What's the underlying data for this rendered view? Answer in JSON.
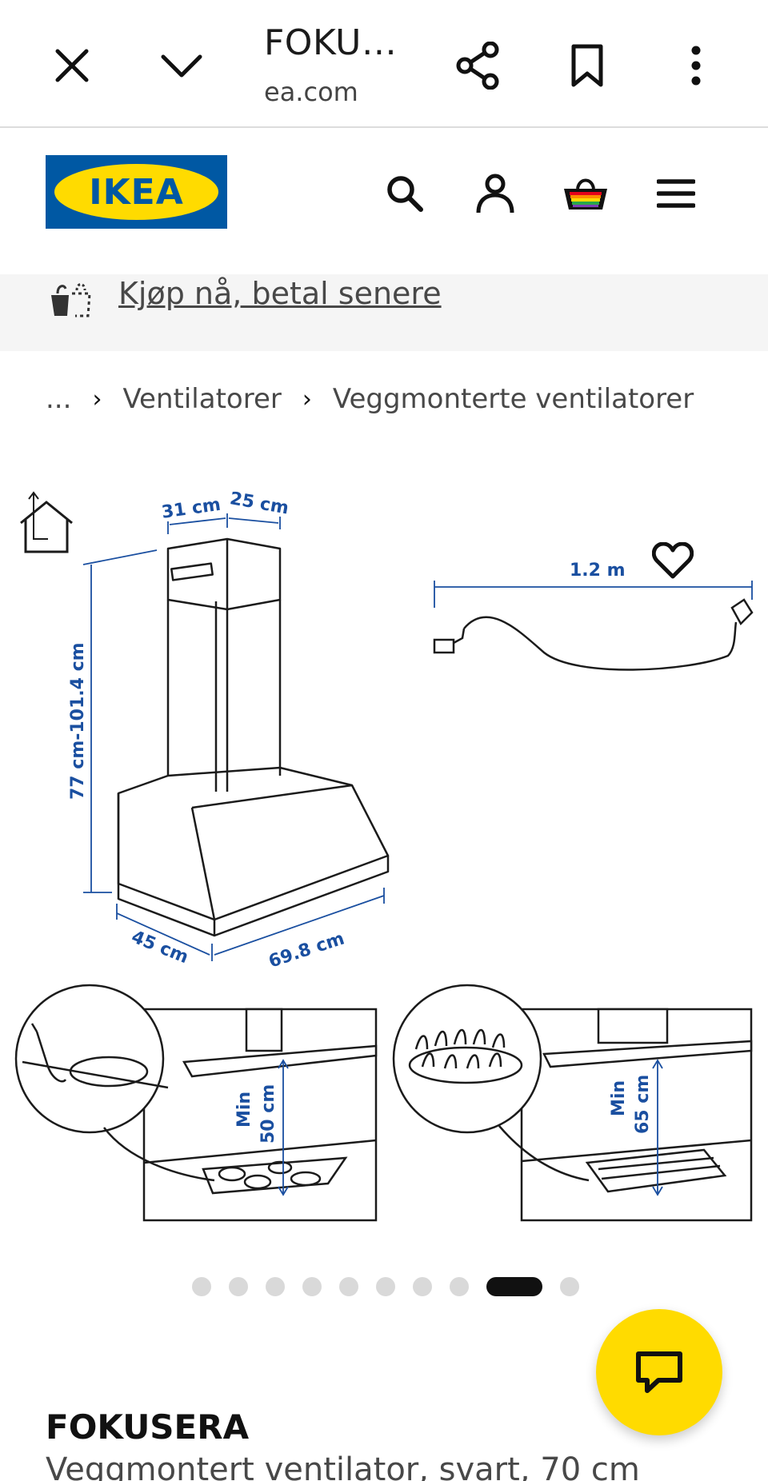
{
  "browser": {
    "title": "FOKU…",
    "url": "ea.com"
  },
  "header": {
    "logo_text": "IKEA",
    "icons": [
      "search-icon",
      "profile-icon",
      "basket-icon",
      "menu-icon"
    ]
  },
  "banner": {
    "paylater_label": "Kjøp nå, betal senere"
  },
  "breadcrumb": {
    "items": [
      "...",
      "Ventilatorer",
      "Veggmonterte ventilatorer"
    ],
    "separator": "›"
  },
  "gallery": {
    "dimensions": {
      "depth_top": "31 cm",
      "width_top": "25 cm",
      "height": "77 cm-101.4 cm",
      "depth_bottom": "45 cm",
      "width_bottom": "69.8 cm",
      "cable": "1.2 m",
      "min_electric": "Min\n50 cm",
      "min_gas": "Min\n65 cm"
    },
    "min_electric_line1": "Min",
    "min_electric_line2": "50 cm",
    "min_gas_line1": "Min",
    "min_gas_line2": "65 cm",
    "slide_count": 10,
    "active_slide": 9
  },
  "product": {
    "name": "FOKUSERA",
    "description": "Veggmontert ventilator, svart, 70 cm"
  },
  "colors": {
    "ikea_blue": "#0058a3",
    "ikea_yellow": "#ffdb00",
    "dimension_blue": "#1a4fa0"
  }
}
